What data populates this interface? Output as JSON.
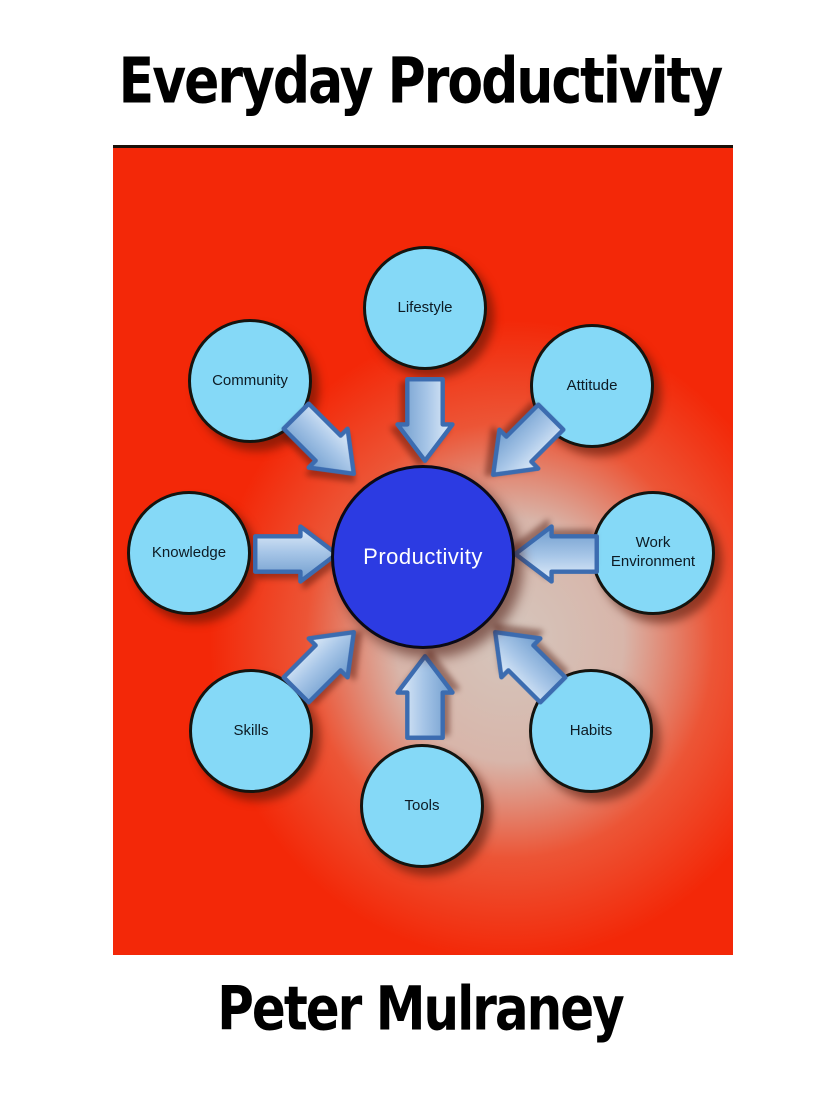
{
  "cover": {
    "title": "Everyday Productivity",
    "author": "Peter Mulraney"
  },
  "diagram": {
    "type": "hub-and-spoke",
    "center": {
      "label": "Productivity"
    },
    "nodes": [
      {
        "label": "Lifestyle",
        "arrow_direction_to_center": "south"
      },
      {
        "label": "Community",
        "arrow_direction_to_center": "south-east"
      },
      {
        "label": "Attitude",
        "arrow_direction_to_center": "south-west"
      },
      {
        "label": "Knowledge",
        "arrow_direction_to_center": "east"
      },
      {
        "label": "Work Environment",
        "arrow_direction_to_center": "west"
      },
      {
        "label": "Skills",
        "arrow_direction_to_center": "north-east"
      },
      {
        "label": "Habits",
        "arrow_direction_to_center": "north-west"
      },
      {
        "label": "Tools",
        "arrow_direction_to_center": "north"
      }
    ],
    "colors": {
      "panel_red": "#f32808",
      "panel_glow": "#d3cec6",
      "panel_top_line": "#1a1008",
      "node_fill": "#85d9f7",
      "node_border": "#14140f",
      "node_text": "#0d1b24",
      "hub_fill": "#2c3be2",
      "hub_text": "#ffffff",
      "arrow_fill_light": "#e3eefa",
      "arrow_fill_dark": "#6d9bcd",
      "arrow_border": "#3c6cb0",
      "title_text": "#000000",
      "page_background": "#ffffff"
    }
  }
}
